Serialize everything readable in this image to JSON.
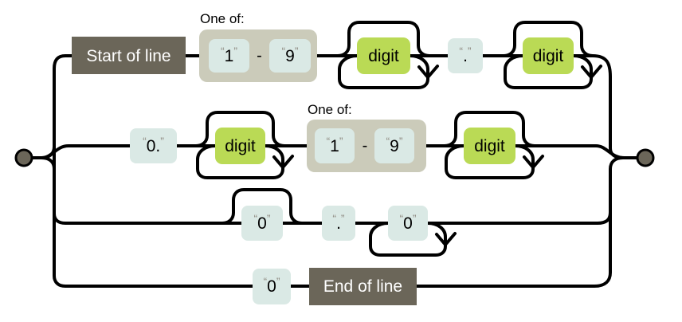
{
  "diagram": {
    "kind": "regex-railroad-diagram",
    "quotes": {
      "open": "“",
      "close": "”"
    },
    "colors": {
      "background": "#ffffff",
      "line": "#000000",
      "terminal_fill": "#6b6659",
      "anchor_fill": "#6b6659",
      "anchor_text": "#ffffff",
      "literal_fill": "#dae9e5",
      "escape_fill": "#bada55",
      "charset_fill": "#cbcbba",
      "quote_color": "#908c83",
      "text_color": "#000000"
    },
    "rows": {
      "row1": {
        "anchor": "Start of line",
        "charset": {
          "label": "One of:",
          "option1": "1",
          "separator": "-",
          "option2": "9"
        },
        "repeat1": "digit",
        "literal_dot": ".",
        "repeat2": "digit"
      },
      "row2": {
        "literal_zero_dot": "0.",
        "repeat1": "digit",
        "charset": {
          "label": "One of:",
          "option1": "1",
          "separator": "-",
          "option2": "9"
        },
        "repeat2": "digit"
      },
      "row3": {
        "optional_zero": "0",
        "literal_dot": ".",
        "repeat_zero": "0"
      },
      "row4": {
        "literal_zero": "0",
        "anchor": "End of line"
      }
    }
  }
}
